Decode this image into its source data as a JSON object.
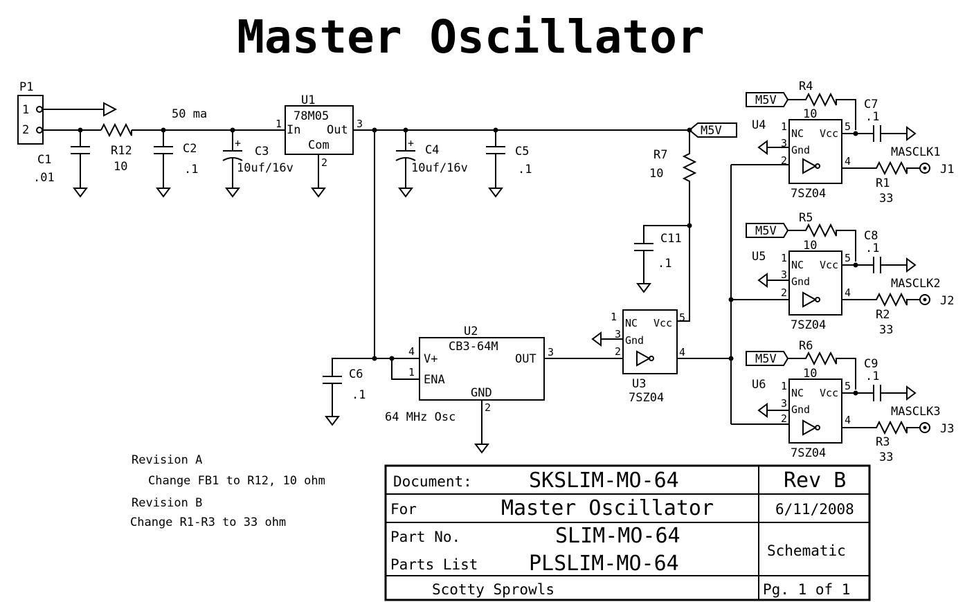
{
  "title": "Master Oscillator",
  "connector": {
    "ref": "P1",
    "pins": [
      "1",
      "2"
    ]
  },
  "power_flag": "M5V",
  "current_note": "50 ma",
  "components": {
    "C1": {
      "ref": "C1",
      "value": ".01"
    },
    "R12": {
      "ref": "R12",
      "value": "10"
    },
    "C2": {
      "ref": "C2",
      "value": ".1"
    },
    "C3": {
      "ref": "C3",
      "value": "10uf/16v"
    },
    "U1": {
      "ref": "U1",
      "part": "78M05",
      "pin_in": "In",
      "pin_out": "Out",
      "pin_com": "Com",
      "n_in": "1",
      "n_out": "3",
      "n_com": "2"
    },
    "C4": {
      "ref": "C4",
      "value": "10uf/16v"
    },
    "C5": {
      "ref": "C5",
      "value": ".1"
    },
    "R7": {
      "ref": "R7",
      "value": "10"
    },
    "C11": {
      "ref": "C11",
      "value": ".1"
    },
    "C6": {
      "ref": "C6",
      "value": ".1"
    },
    "U2": {
      "ref": "U2",
      "part": "CB3-64M",
      "pin_vplus": "V+",
      "pin_ena": "ENA",
      "pin_out": "OUT",
      "pin_gnd": "GND",
      "n_vplus": "4",
      "n_ena": "1",
      "n_out": "3",
      "n_gnd": "2",
      "note": "64 MHz Osc"
    },
    "U3": {
      "ref": "U3",
      "part": "7SZ04"
    },
    "U4": {
      "ref": "U4",
      "part": "7SZ04"
    },
    "U5": {
      "ref": "U5",
      "part": "7SZ04"
    },
    "U6": {
      "ref": "U6",
      "part": "7SZ04"
    },
    "R4": {
      "ref": "R4",
      "value": "10"
    },
    "R5": {
      "ref": "R5",
      "value": "10"
    },
    "R6": {
      "ref": "R6",
      "value": "10"
    },
    "C7": {
      "ref": "C7",
      "value": ".1"
    },
    "C8": {
      "ref": "C8",
      "value": ".1"
    },
    "C9": {
      "ref": "C9",
      "value": ".1"
    },
    "R1": {
      "ref": "R1",
      "value": "33"
    },
    "R2": {
      "ref": "R2",
      "value": "33"
    },
    "R3": {
      "ref": "R3",
      "value": "33"
    },
    "J1": {
      "ref": "J1",
      "net": "MASCLK1"
    },
    "J2": {
      "ref": "J2",
      "net": "MASCLK2"
    },
    "J3": {
      "ref": "J3",
      "net": "MASCLK3"
    }
  },
  "gate_pins": {
    "nc": "NC",
    "gnd": "Gnd",
    "vcc": "Vcc",
    "n1": "1",
    "n2": "2",
    "n3": "3",
    "n4": "4",
    "n5": "5"
  },
  "revisions": {
    "a_title": "Revision A",
    "a_text": "Change FB1 to R12, 10 ohm",
    "b_title": "Revision B",
    "b_text": "Change R1-R3 to 33 ohm"
  },
  "title_block": {
    "document_label": "Document:",
    "document": "SKSLIM-MO-64",
    "rev": "Rev B",
    "for_label": "For",
    "for": "Master Oscillator",
    "date": "6/11/2008",
    "part_label": "Part No.",
    "part": "SLIM-MO-64",
    "kind": "Schematic",
    "parts_list_label": "Parts List",
    "parts_list": "PLSLIM-MO-64",
    "author": "Scotty Sprowls",
    "page": "Pg. 1 of 1"
  }
}
